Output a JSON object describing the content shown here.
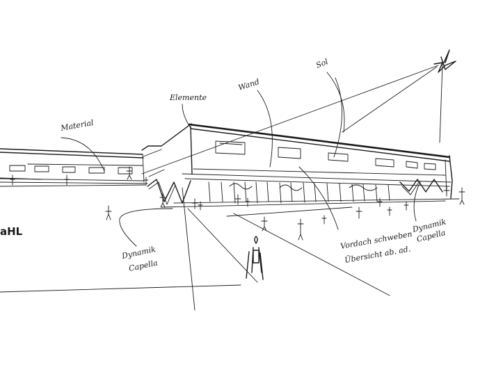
{
  "annotations": {
    "material": "Material",
    "elements": "Elemente",
    "wand": "Wand",
    "sol": "Sol",
    "left_mark": "aHL",
    "support_note_line1": "Dynamik",
    "support_note_line2": "Capella",
    "facade_note_line1": "Vordach schweben",
    "facade_note_line2": "Übersicht ab. ad.",
    "right_note_line1": "Dynamik",
    "right_note_line2": "Capella"
  }
}
